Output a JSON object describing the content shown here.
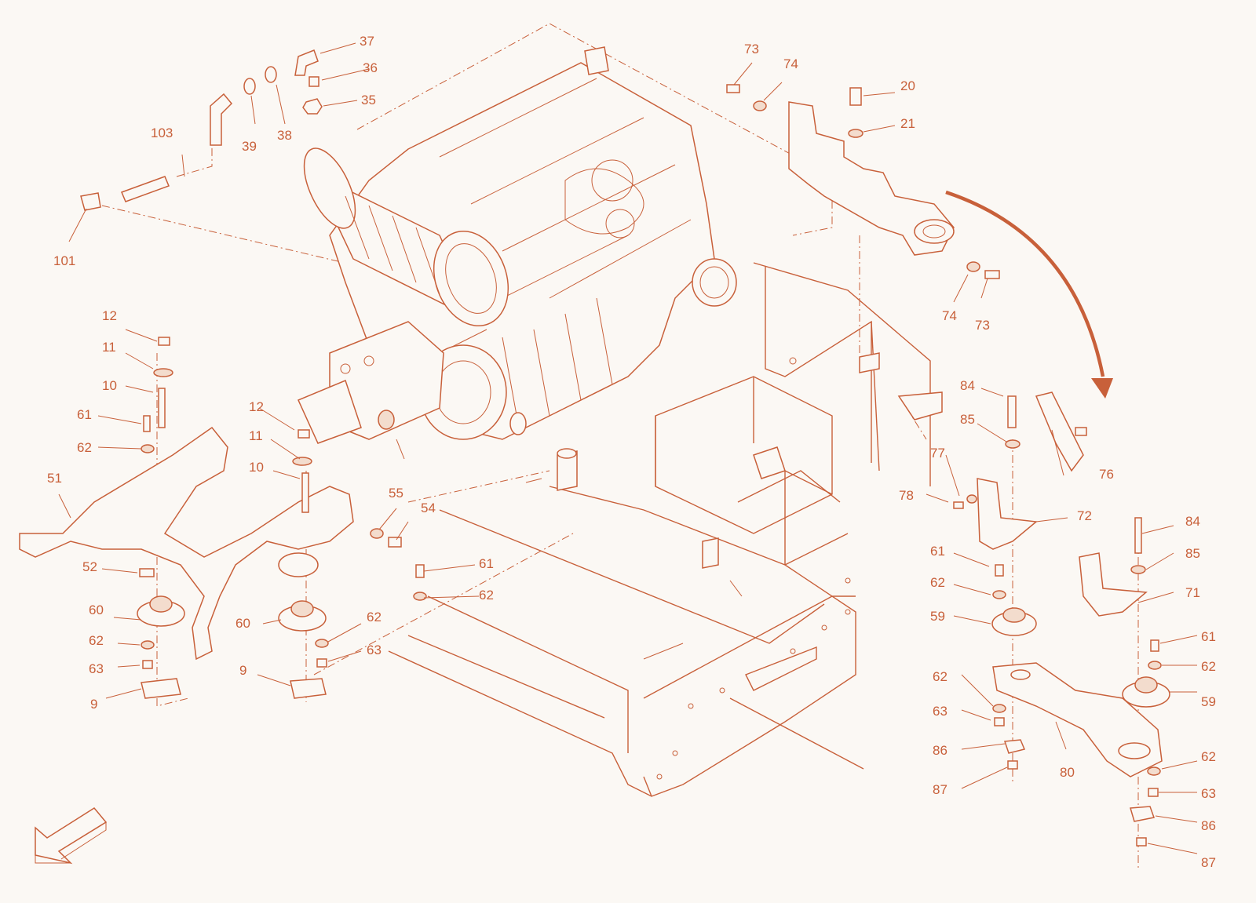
{
  "diagram": {
    "accent_color": "#c8603a",
    "background_color": "#fbf8f4",
    "callouts": [
      {
        "id": "c1",
        "text": "37"
      },
      {
        "id": "c2",
        "text": "36"
      },
      {
        "id": "c3",
        "text": "35"
      },
      {
        "id": "c4",
        "text": "39"
      },
      {
        "id": "c5",
        "text": "38"
      },
      {
        "id": "c6",
        "text": "103"
      },
      {
        "id": "c7",
        "text": "101"
      },
      {
        "id": "c8",
        "text": "73"
      },
      {
        "id": "c9",
        "text": "74"
      },
      {
        "id": "c10",
        "text": "20"
      },
      {
        "id": "c11",
        "text": "21"
      },
      {
        "id": "c12",
        "text": "74"
      },
      {
        "id": "c13",
        "text": "73"
      },
      {
        "id": "c14",
        "text": "12"
      },
      {
        "id": "c15",
        "text": "11"
      },
      {
        "id": "c16",
        "text": "10"
      },
      {
        "id": "c17",
        "text": "61"
      },
      {
        "id": "c18",
        "text": "62"
      },
      {
        "id": "c19",
        "text": "51"
      },
      {
        "id": "c20",
        "text": "52"
      },
      {
        "id": "c21",
        "text": "60"
      },
      {
        "id": "c22",
        "text": "62"
      },
      {
        "id": "c23",
        "text": "63"
      },
      {
        "id": "c24",
        "text": "9"
      },
      {
        "id": "c25",
        "text": "12"
      },
      {
        "id": "c26",
        "text": "11"
      },
      {
        "id": "c27",
        "text": "10"
      },
      {
        "id": "c28",
        "text": "55"
      },
      {
        "id": "c29",
        "text": "54"
      },
      {
        "id": "c30",
        "text": "60"
      },
      {
        "id": "c31",
        "text": "62"
      },
      {
        "id": "c32",
        "text": "63"
      },
      {
        "id": "c33",
        "text": "9"
      },
      {
        "id": "c34",
        "text": "61"
      },
      {
        "id": "c35",
        "text": "62"
      },
      {
        "id": "c36",
        "text": "84"
      },
      {
        "id": "c37",
        "text": "85"
      },
      {
        "id": "c38",
        "text": "77"
      },
      {
        "id": "c39",
        "text": "76"
      },
      {
        "id": "c40",
        "text": "78"
      },
      {
        "id": "c41",
        "text": "72"
      },
      {
        "id": "c42",
        "text": "84"
      },
      {
        "id": "c43",
        "text": "85"
      },
      {
        "id": "c44",
        "text": "71"
      },
      {
        "id": "c45",
        "text": "61"
      },
      {
        "id": "c46",
        "text": "62"
      },
      {
        "id": "c47",
        "text": "59"
      },
      {
        "id": "c48",
        "text": "61"
      },
      {
        "id": "c49",
        "text": "62"
      },
      {
        "id": "c50",
        "text": "62"
      },
      {
        "id": "c51",
        "text": "59"
      },
      {
        "id": "c52",
        "text": "63"
      },
      {
        "id": "c53",
        "text": "86"
      },
      {
        "id": "c54",
        "text": "80"
      },
      {
        "id": "c55",
        "text": "87"
      },
      {
        "id": "c56",
        "text": "62"
      },
      {
        "id": "c57",
        "text": "63"
      },
      {
        "id": "c58",
        "text": "86"
      },
      {
        "id": "c59",
        "text": "87"
      }
    ]
  }
}
